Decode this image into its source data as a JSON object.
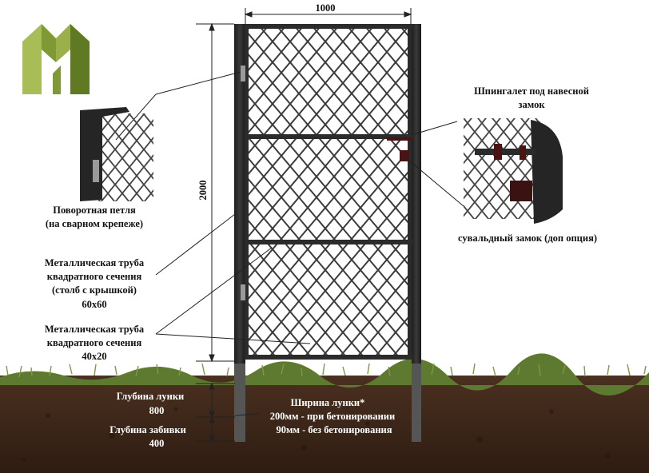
{
  "dimensions": {
    "width": "1000",
    "height": "2000"
  },
  "callouts": {
    "hinge": {
      "line1": "Поворотная петля",
      "line2": "(на сварном крепеже)"
    },
    "post_pipe": {
      "line1": "Металлическая труба",
      "line2": "квадратного сечения",
      "line3": "(столб с крышкой)",
      "line4": "60х60"
    },
    "frame_pipe": {
      "line1": "Металлическая труба",
      "line2": "квадратного сечения",
      "line3": "40х20"
    },
    "latch": {
      "line1": "Шпингалет под навесной",
      "line2": "замок"
    },
    "lock": {
      "line1": "сувальдный замок (доп опция)"
    },
    "hole_depth": {
      "line1": "Глубина лунки",
      "line2": "800"
    },
    "drive_depth": {
      "line1": "Глубина забивки",
      "line2": "400"
    },
    "hole_width": {
      "line1": "Ширина лунки*",
      "line2": "200мм - при бетонировании",
      "line3": "90мм - без бетонирования"
    }
  },
  "colors": {
    "frame": "#2b2b2b",
    "mesh": "#3a3a3a",
    "logo_light": "#9bb04a",
    "logo_dark": "#5f7a22",
    "soil": "#3a2418",
    "grass": "#6e8a3a",
    "lock": "#4a1414"
  },
  "icons": {
    "logo": "letter-m-logo"
  }
}
